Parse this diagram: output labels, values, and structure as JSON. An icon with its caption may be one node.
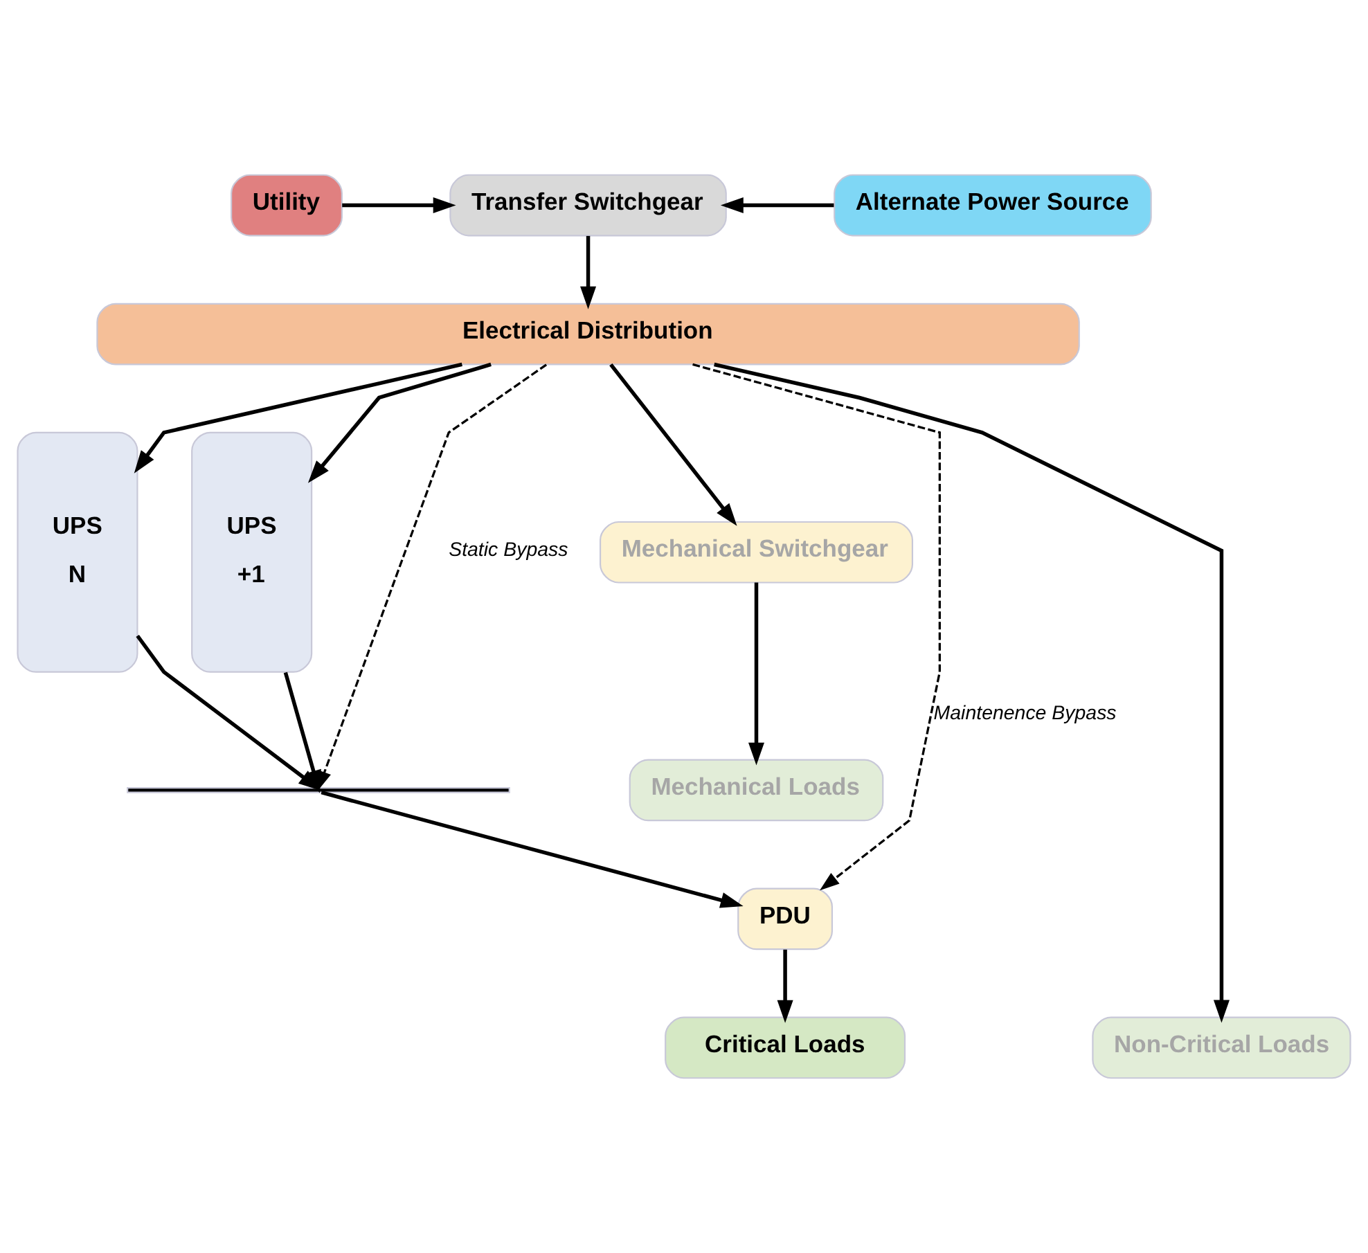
{
  "diagram": {
    "nodes": [
      {
        "text": [
          "Utility"
        ]
      },
      {
        "text": [
          "Transfer Switchgear"
        ]
      },
      {
        "text": [
          "Alternate Power Source"
        ]
      },
      {
        "text": [
          "Electrical Distribution"
        ]
      },
      {
        "text": [
          "UPS",
          "N"
        ]
      },
      {
        "text": [
          "UPS",
          "+1"
        ]
      },
      {
        "text": [],
        "shape": "bar"
      },
      {
        "text": [
          "Mechanical Switchgear"
        ]
      },
      {
        "text": [
          "Mechanical Loads"
        ]
      },
      {
        "text": [
          "PDU"
        ]
      },
      {
        "text": [
          "Critical Loads"
        ]
      },
      {
        "text": [
          "Non-Critical Loads"
        ]
      }
    ],
    "edges": [
      {
        "from": 0,
        "to": 1,
        "arrow": "to"
      },
      {
        "from": 2,
        "to": 1,
        "arrow": "to"
      },
      {
        "from": 1,
        "to": 3,
        "arrow": "to"
      },
      {
        "from": 3,
        "to": 4,
        "arrow": "to"
      },
      {
        "from": 3,
        "to": 5,
        "arrow": "to"
      },
      {
        "from": 3,
        "to": 6,
        "arrow": "to",
        "label": "Static Bypass",
        "style": "dashed"
      },
      {
        "from": 4,
        "to": 6,
        "arrow": "to"
      },
      {
        "from": 5,
        "to": 6,
        "arrow": "to"
      },
      {
        "from": 6,
        "to": 9,
        "arrow": "to"
      },
      {
        "from": 3,
        "to": 9,
        "arrow": "to",
        "label": "Maintenence Bypass",
        "style": "dashed"
      },
      {
        "from": 3,
        "to": 7,
        "arrow": "to"
      },
      {
        "from": 7,
        "to": 8,
        "arrow": "to"
      },
      {
        "from": 9,
        "to": 10,
        "arrow": "to"
      },
      {
        "from": 3,
        "to": 11,
        "arrow": "to"
      }
    ]
  }
}
